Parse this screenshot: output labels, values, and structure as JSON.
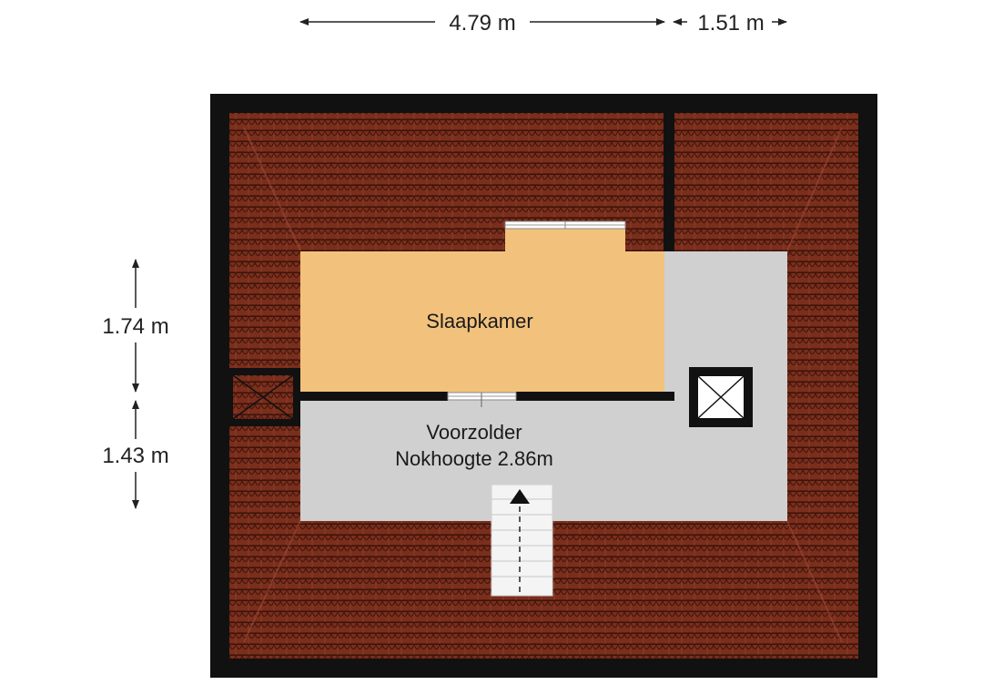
{
  "dimensions": {
    "top_main": "4.79 m",
    "top_side": "1.51 m",
    "left_upper": "1.74 m",
    "left_lower": "1.43 m"
  },
  "rooms": {
    "bedroom": {
      "name": "Slaapkamer"
    },
    "attic": {
      "name": "Voorzolder",
      "ridge_height": "Nokhoogte 2.86m"
    }
  },
  "colors": {
    "wall": "#111111",
    "roof_tiles": "#7a2e1c",
    "bedroom_floor": "#f2c27c",
    "attic_floor": "#d0d0d0",
    "stairs": "#f4f4f4",
    "window": "#ffffff"
  },
  "icons": [
    "stairs-up-arrow-icon",
    "chimney-shaft-icon",
    "roof-hatch-icon",
    "dimension-arrow-icon"
  ]
}
